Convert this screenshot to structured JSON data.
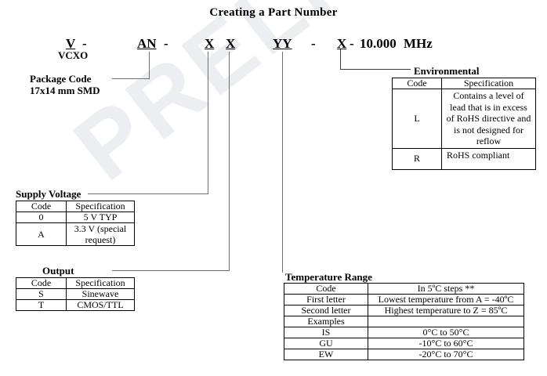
{
  "document": {
    "title": "Creating a Part Number",
    "watermark": "PRELIMINARY"
  },
  "part_number": {
    "segments": [
      {
        "code": "V",
        "sub": "VCXO"
      },
      {
        "code": "AN",
        "sub": ""
      },
      {
        "code": "X",
        "sub": ""
      },
      {
        "code": "X",
        "sub": ""
      },
      {
        "code": "YY",
        "sub": ""
      },
      {
        "code": "X",
        "sub": ""
      }
    ],
    "dash1": "-",
    "dash2": "-",
    "dash3": "-",
    "dash4": "-",
    "frequency": "10.000",
    "frequency_unit": "MHz"
  },
  "callouts": {
    "package_code": {
      "line1": "Package Code",
      "line2": "17x14 mm SMD"
    },
    "supply_voltage": "Supply Voltage",
    "output": "Output",
    "environmental": "Environmental",
    "temperature_range": "Temperature Range"
  },
  "tables": {
    "supply_voltage": {
      "headers": [
        "Code",
        "Specification"
      ],
      "rows": [
        [
          "0",
          "5 V TYP"
        ],
        [
          "A",
          "3.3 V (special request)"
        ]
      ]
    },
    "output": {
      "headers": [
        "Code",
        "Specification"
      ],
      "rows": [
        [
          "S",
          "Sinewave"
        ],
        [
          "T",
          "CMOS/TTL"
        ]
      ]
    },
    "environmental": {
      "headers": [
        "Code",
        "Specification"
      ],
      "rows": [
        [
          "L",
          "Contains a level of lead that is in excess of RoHS directive and is not designed for reflow"
        ],
        [
          "R",
          "RoHS compliant"
        ]
      ]
    },
    "temperature_range": {
      "headers": [
        "Code",
        "In 5ºC steps **"
      ],
      "rows": [
        [
          "First letter",
          "Lowest temperature from A = -40ºC"
        ],
        [
          "Second letter",
          "Highest temperature to Z = 85ºC"
        ],
        [
          "Examples",
          ""
        ],
        [
          "IS",
          "0°C to 50°C"
        ],
        [
          "GU",
          "-10°C to 60°C"
        ],
        [
          "EW",
          "-20°C to 70°C"
        ]
      ]
    }
  }
}
